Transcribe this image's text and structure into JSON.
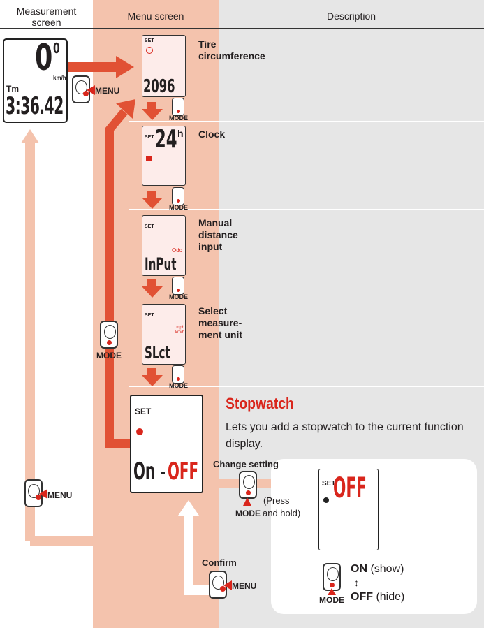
{
  "headers": {
    "measurement": "Measurement\nscreen",
    "menu": "Menu screen",
    "description": "Description"
  },
  "measurement_screen": {
    "speed": "0",
    "speed_decimal": "0",
    "unit": "km/h",
    "tm_label": "Tm",
    "time": "3:36.42"
  },
  "menu_items": [
    {
      "label": "Tire\ncircumference",
      "screen_set": "SET",
      "screen_value": "2096"
    },
    {
      "label": "Clock",
      "screen_set": "SET",
      "screen_value": "24",
      "screen_unit": "h"
    },
    {
      "label": "Manual\ndistance\ninput",
      "screen_set": "SET",
      "screen_small": "Odo",
      "screen_value": "InPut"
    },
    {
      "label": "Select\nmeasure-\nment unit",
      "screen_set": "SET",
      "screen_small": "mph\nkm/h",
      "screen_value": "SLct"
    }
  ],
  "stopwatch_screen": {
    "set": "SET",
    "value_on": "On",
    "value_off": "OFF"
  },
  "stopwatch_desc": {
    "title": "Stopwatch",
    "text": "Lets you add a stopwatch to the current function display."
  },
  "buttons": {
    "menu": "MENU",
    "mode": "MODE",
    "change_setting": "Change setting",
    "press_hold": "(Press",
    "and_hold": "and hold)",
    "confirm": "Confirm"
  },
  "setting_box": {
    "set": "SET",
    "value": "OFF",
    "on": "ON",
    "on_desc": "(show)",
    "off": "OFF",
    "off_desc": "(hide)",
    "arrows": "↕"
  },
  "colors": {
    "menu_band": "#f4c3ad",
    "desc_band": "#e6e6e6",
    "arrow_red": "#e15134",
    "arrow_light_red": "#f4c3ad",
    "lcd_bg": "#fdecea",
    "red_text": "#d9261c"
  }
}
